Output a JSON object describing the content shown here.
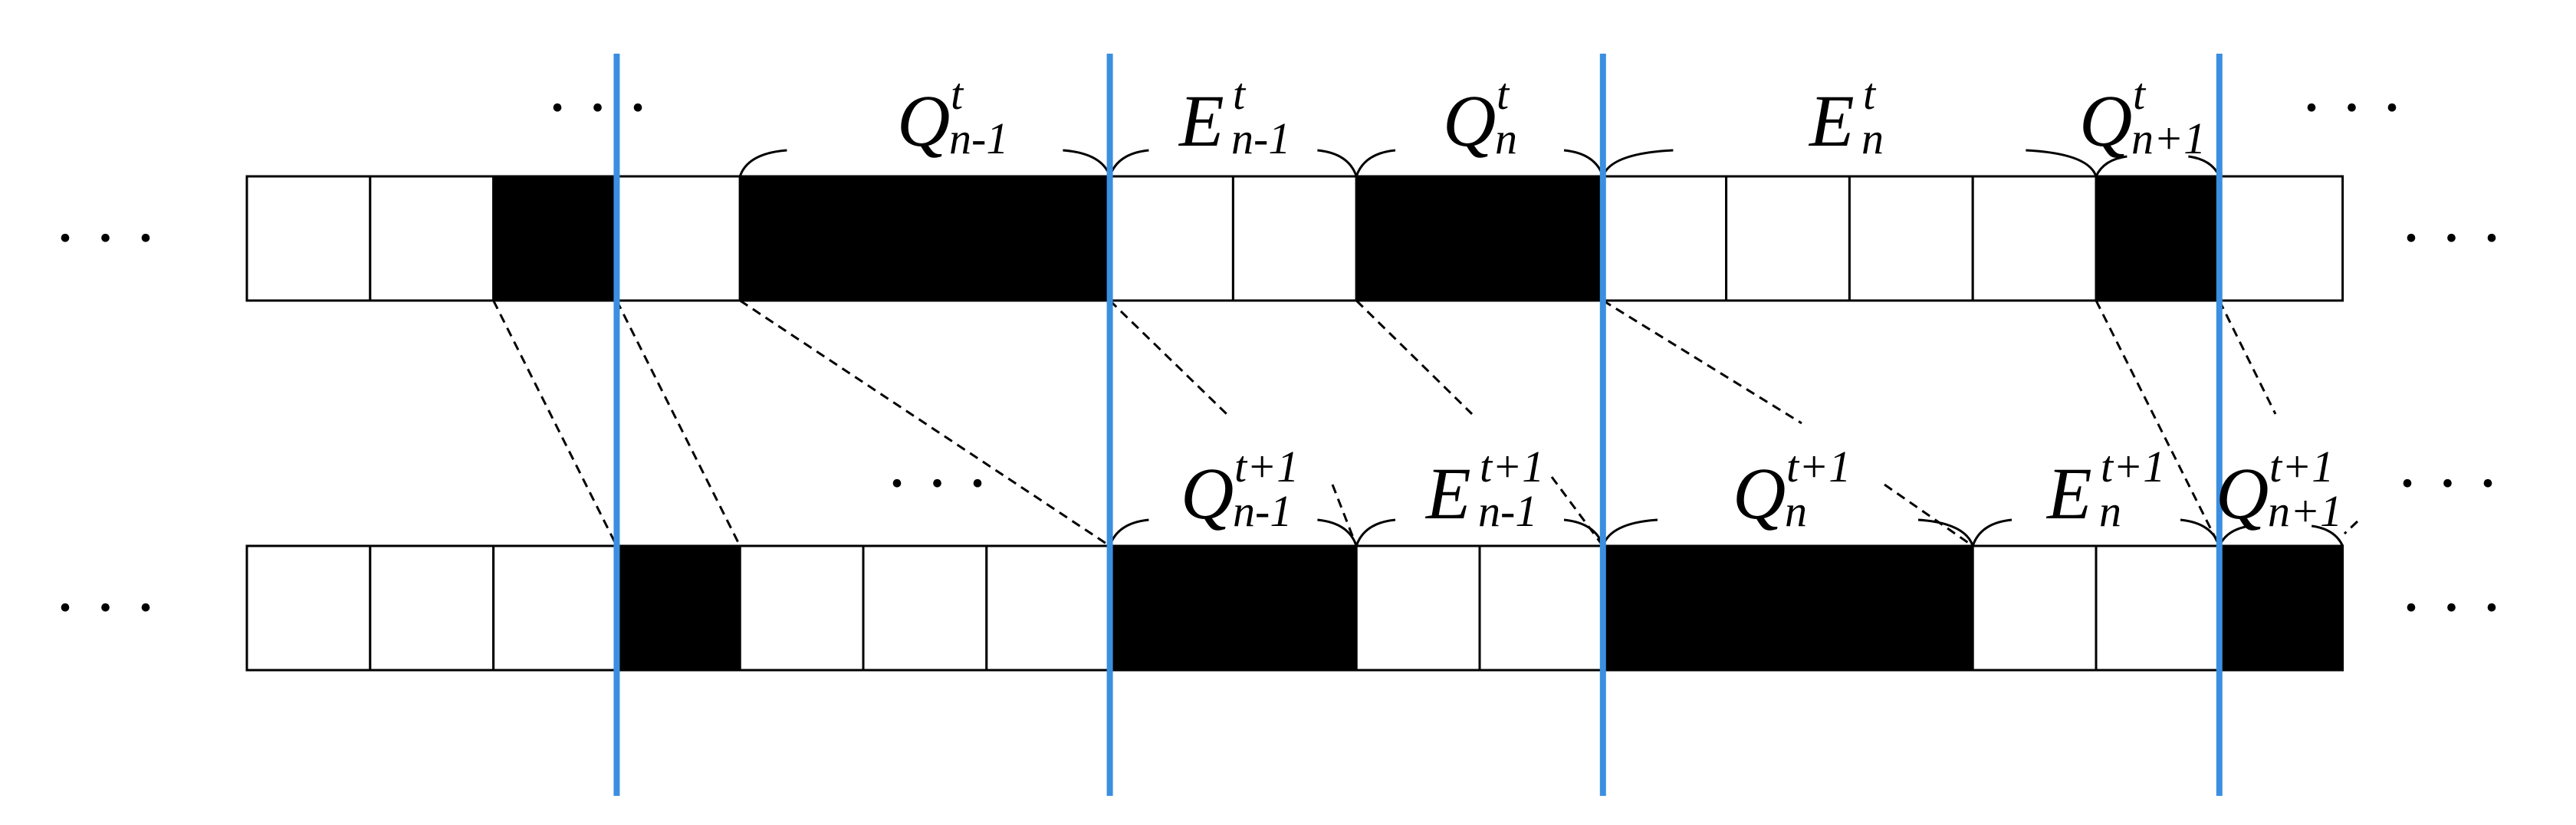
{
  "top_row": {
    "cells": [
      "white",
      "white",
      "black",
      "white",
      "black",
      "black",
      "black",
      "white",
      "white",
      "black",
      "black",
      "white",
      "white",
      "white",
      "white",
      "black",
      "white"
    ],
    "labels": [
      {
        "base": "Q",
        "sup": "t",
        "sub": "n-1"
      },
      {
        "base": "E",
        "sup": "t",
        "sub": "n-1"
      },
      {
        "base": "Q",
        "sup": "t",
        "sub": "n"
      },
      {
        "base": "E",
        "sup": "t",
        "sub": "n"
      },
      {
        "base": "Q",
        "sup": "t",
        "sub": "n+1"
      }
    ]
  },
  "bottom_row": {
    "cells": [
      "white",
      "white",
      "white",
      "black",
      "white",
      "white",
      "white",
      "black",
      "black",
      "white",
      "white",
      "black",
      "black",
      "black",
      "white",
      "white",
      "black"
    ],
    "labels": [
      {
        "base": "Q",
        "sup": "t+1",
        "sub": "n-1"
      },
      {
        "base": "E",
        "sup": "t+1",
        "sub": "n-1"
      },
      {
        "base": "Q",
        "sup": "t+1",
        "sub": "n"
      },
      {
        "base": "E",
        "sup": "t+1",
        "sub": "n"
      },
      {
        "base": "Q",
        "sup": "t+1",
        "sub": "n+1"
      }
    ]
  },
  "ellipsis": "· · ·",
  "colors": {
    "divider": "#3b8fe0",
    "filled_cell": "#000000",
    "empty_cell": "#ffffff",
    "outline": "#000000"
  }
}
